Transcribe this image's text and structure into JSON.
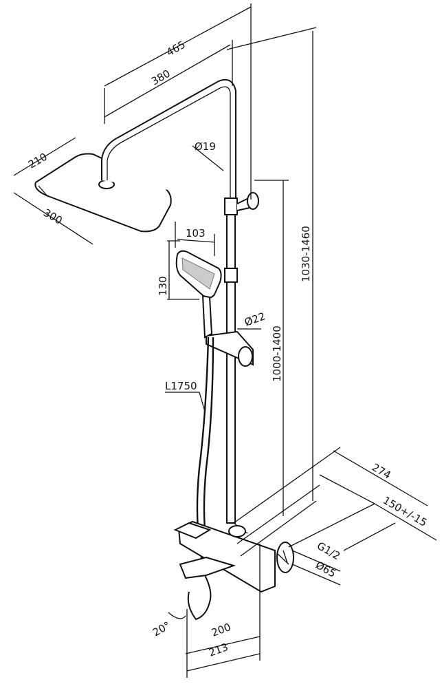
{
  "dimensions": {
    "arm_reach_total": "465",
    "arm_reach": "380",
    "head_depth": "210",
    "head_width": "300",
    "pipe_diameter_top": "Ø19",
    "hand_shower_width": "103",
    "hand_shower_height": "130",
    "pipe_diameter_bottom": "Ø22",
    "slider_height_range": "1000-1400",
    "overall_height_range": "1030-1460",
    "hose_length": "L1750",
    "wall_projection": "274",
    "inlet_spacing": "150+/-15",
    "inlet_thread": "G1/2",
    "escutcheon_diameter": "Ø65",
    "spout_angle": "20°",
    "spout_reach": "200",
    "spout_reach_total": "213"
  }
}
